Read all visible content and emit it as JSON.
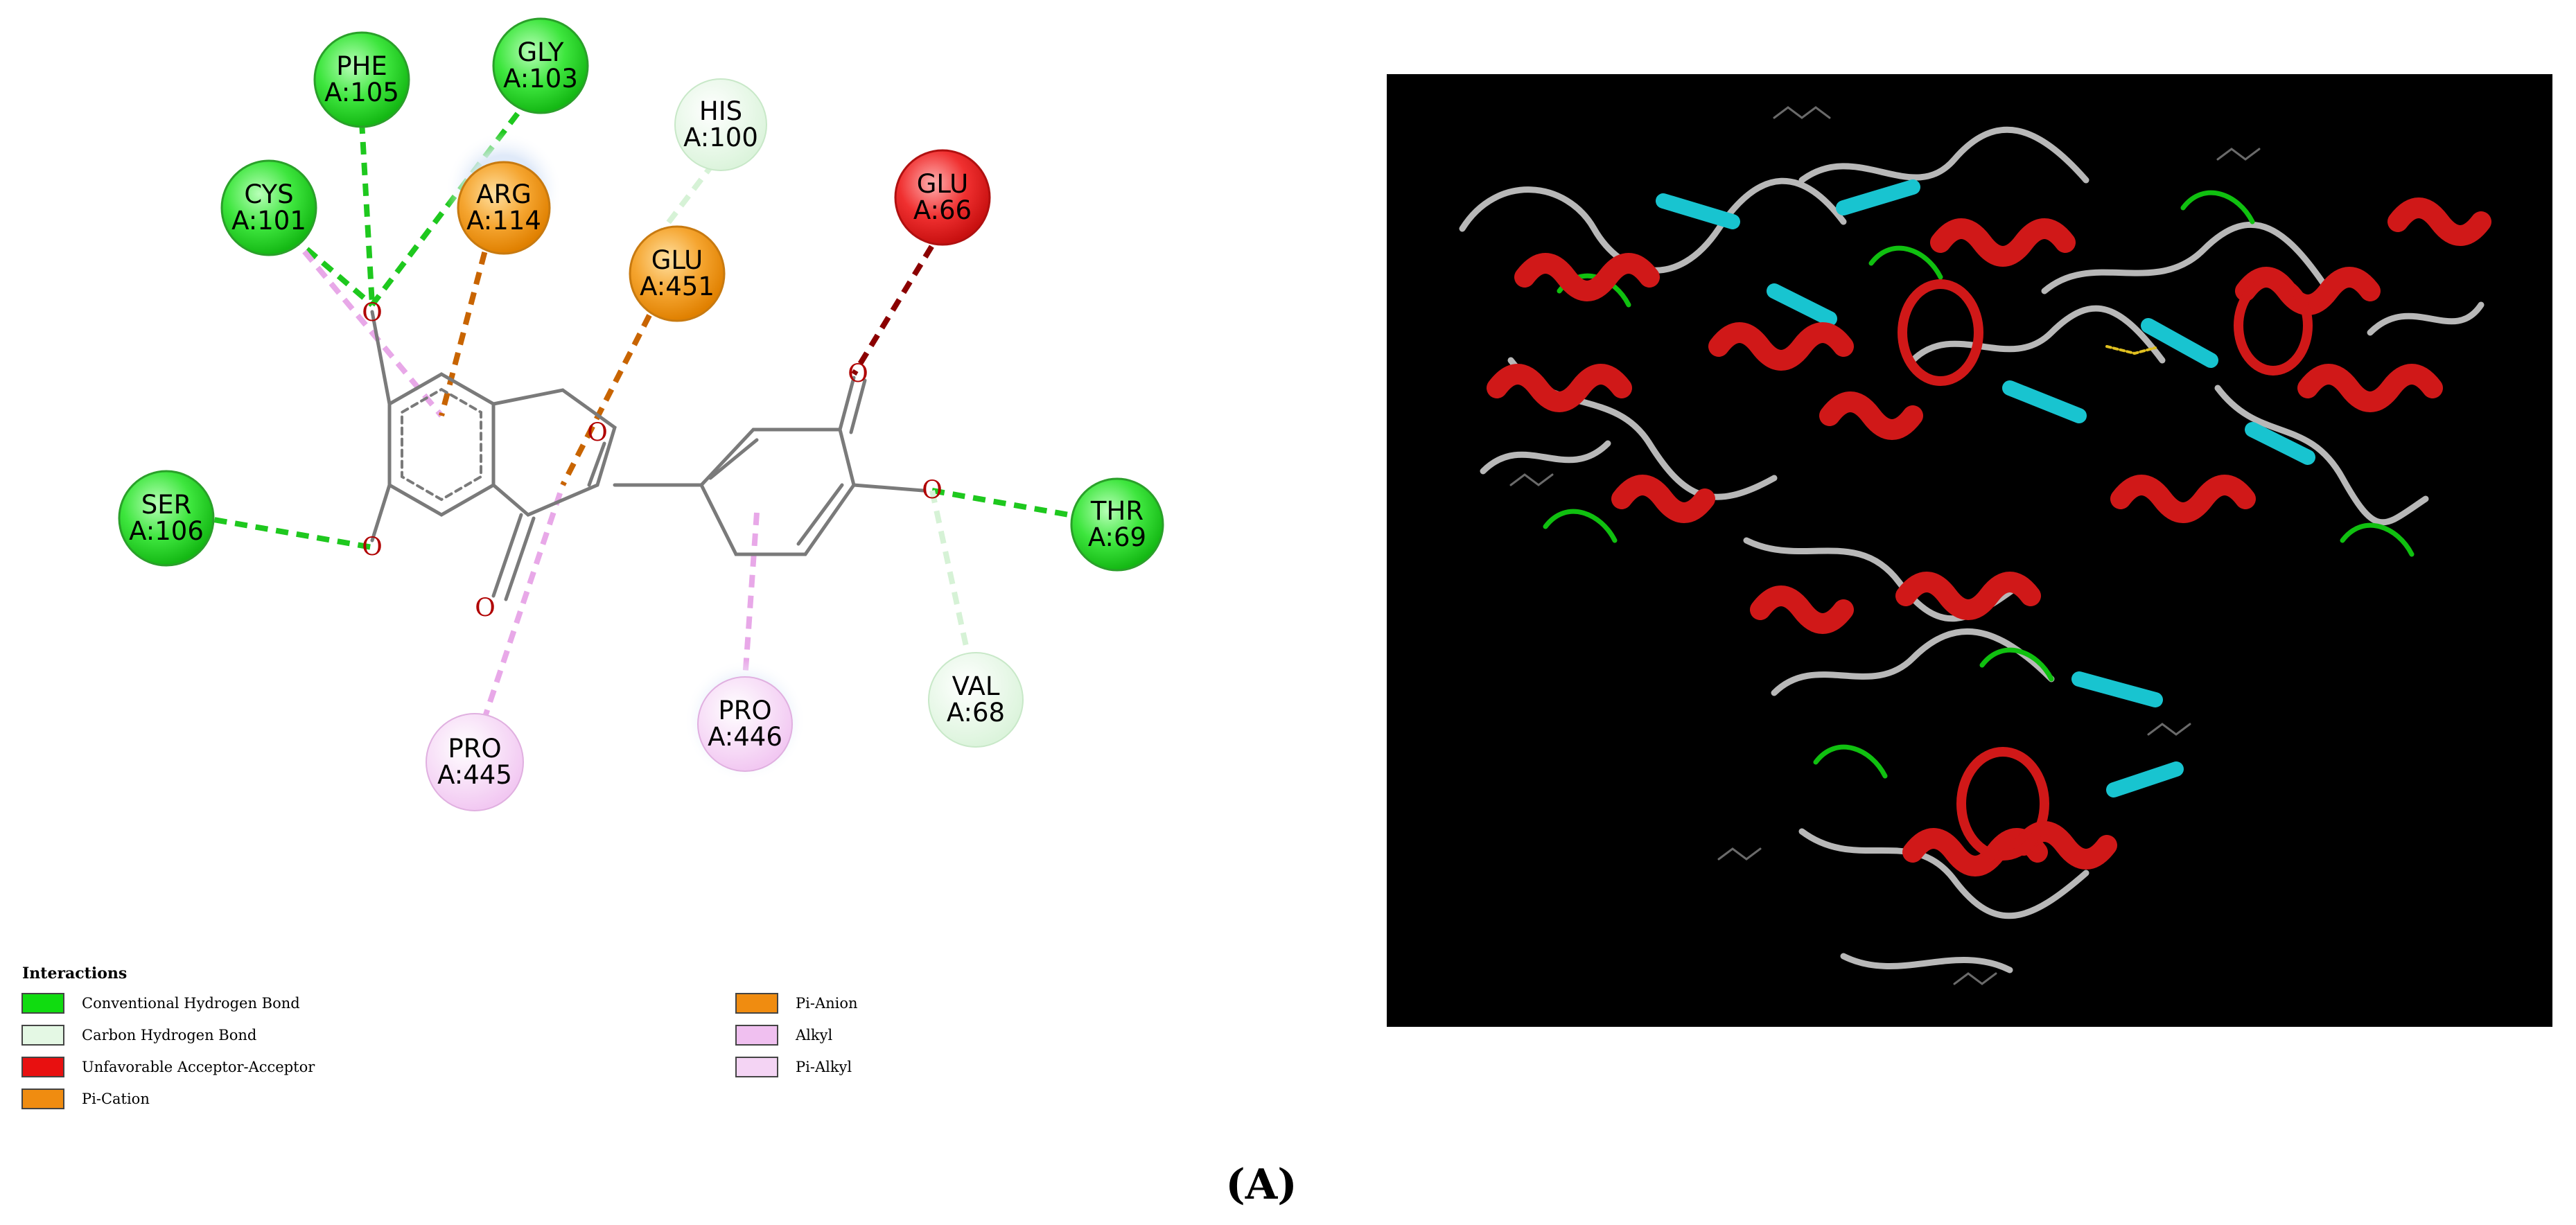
{
  "residues": [
    {
      "name": "PHE",
      "id": "A:105",
      "type": "Conventional Hydrogen Bond"
    },
    {
      "name": "GLY",
      "id": "A:103",
      "type": "Conventional Hydrogen Bond"
    },
    {
      "name": "CYS",
      "id": "A:101",
      "type": "Conventional Hydrogen Bond"
    },
    {
      "name": "ARG",
      "id": "A:114",
      "type": "Pi-Cation"
    },
    {
      "name": "HIS",
      "id": "A:100",
      "type": "Carbon Hydrogen Bond"
    },
    {
      "name": "GLU",
      "id": "A:451",
      "type": "Pi-Anion"
    },
    {
      "name": "GLU",
      "id": "A:66",
      "type": "Unfavorable Acceptor-Acceptor"
    },
    {
      "name": "SER",
      "id": "A:106",
      "type": "Conventional Hydrogen Bond"
    },
    {
      "name": "THR",
      "id": "A:69",
      "type": "Conventional Hydrogen Bond"
    },
    {
      "name": "VAL",
      "id": "A:68",
      "type": "Carbon Hydrogen Bond"
    },
    {
      "name": "PRO",
      "id": "A:445",
      "type": "Alkyl"
    },
    {
      "name": "PRO",
      "id": "A:446",
      "type": "Pi-Alkyl"
    }
  ],
  "atom_symbol": "O",
  "legend": {
    "title": "Interactions",
    "items": [
      {
        "label": "Conventional Hydrogen Bond",
        "color": "#10dc10"
      },
      {
        "label": "Carbon Hydrogen Bond",
        "color": "#e4f8e4"
      },
      {
        "label": "Unfavorable Acceptor-Acceptor",
        "color": "#e81010"
      },
      {
        "label": "Pi-Cation",
        "color": "#f08c10"
      },
      {
        "label": "Pi-Anion",
        "color": "#f08c10"
      },
      {
        "label": "Alkyl",
        "color": "#f0c0f0"
      },
      {
        "label": "Pi-Alkyl",
        "color": "#f4d4f4"
      }
    ]
  },
  "colors": {
    "conventional_h_bond": "#1ec81e",
    "carbon_h_bond": "#d6f2d6",
    "unfavorable": "#8b0000",
    "pi_cation_anion": "#c86400",
    "alkyl": "#e8a8e8",
    "protein_background": "#000000"
  },
  "caption": "(A)"
}
